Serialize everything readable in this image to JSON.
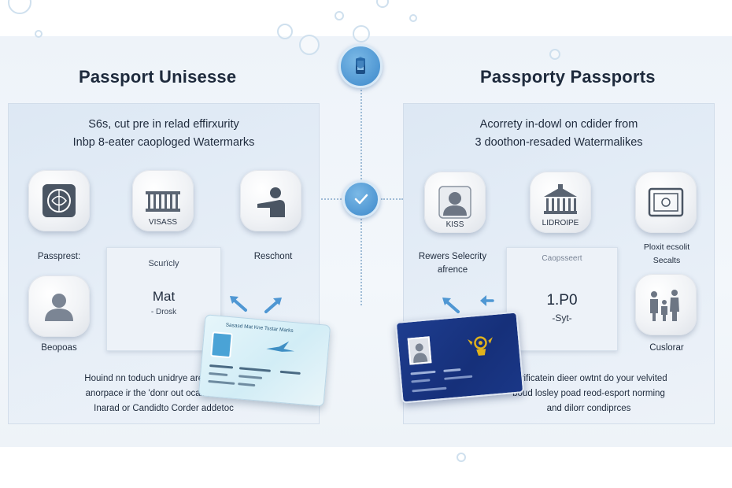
{
  "left": {
    "title": "Passport Unisesse",
    "intro_line1": "S6s, cut pre in relad effirxurity",
    "intro_line2": "Inbp 8-eater caoploged Watermarks",
    "tile_labels": {
      "visas": "VISASS"
    },
    "captions": {
      "passpress": "Passprest:",
      "reschont": "Reschont",
      "beopoas": "Beopoas"
    },
    "document": {
      "header": "Scurïcly",
      "main": "Mat",
      "sub": "- Drosk"
    },
    "card_header": "Sasasd Mat Kne Tsstar Marks",
    "footer_line1": "Houind nn toduch unidrye are porodults",
    "footer_line2": "anorpace ir the 'donr out ocair's will the",
    "footer_line3": "Inarad or Candidto Corder addetoc"
  },
  "right": {
    "title": "Passporty Passports",
    "intro_line1": "Acorrety in-dowl on cdider from",
    "intro_line2": "3 doothon-resaded Watermalikes",
    "tile_labels": {
      "kiss": "KISS",
      "lidroipe": "LIDROIPE"
    },
    "captions": {
      "rewers_line1": "Rewers Selecrity",
      "rewers_line2": "afrence",
      "ploxit_line1": "Ploxit ecsolit",
      "ploxit_line2": "Secalts",
      "cuslorar": "Cuslorar"
    },
    "document": {
      "header": "Caopsseert",
      "main": "1.P0",
      "sub": "-Syt-"
    },
    "footer_line1": "Verificatein dieer owtnt do your velvited",
    "footer_line2": "boud losley poad reod-esport norming",
    "footer_line3": "and dilorr condiprces"
  },
  "colors": {
    "accent": "#4f97d3",
    "card_dark": "#1e3d8f",
    "card_light": "#d2edf6",
    "emblem": "#e0b21c"
  },
  "icons": {
    "top_center": "shield-phone-icon",
    "middle_center": "checkmark-icon",
    "left_tiles": [
      "passport-emblem-icon",
      "building-icon",
      "person-pointing-icon",
      "person-silhouette-icon"
    ],
    "right_tiles": [
      "person-bust-icon",
      "building-icon",
      "document-frame-icon",
      "family-icon"
    ]
  }
}
